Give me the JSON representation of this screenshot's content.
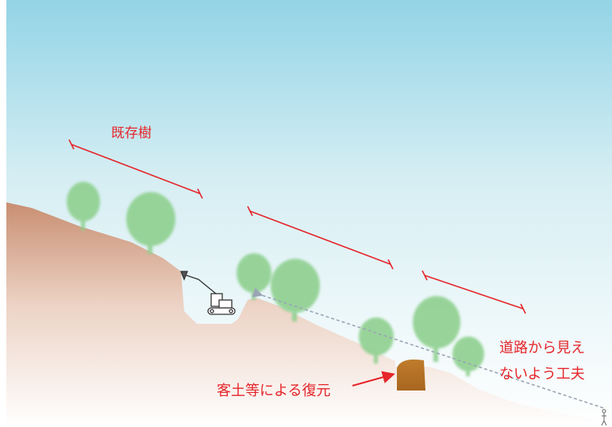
{
  "labels": {
    "existing_trees": "既存樹",
    "soil_restoration": "客土等による復元",
    "hidden_from_road_line1": "道路から見え",
    "hidden_from_road_line2": "ないよう工夫"
  },
  "colors": {
    "sky_top": "#93d4e6",
    "sky_bottom": "#ffffff",
    "ground_top": "#c98f72",
    "ground_bottom": "#ffffff",
    "tree_green": "#8fd08f",
    "annotation_red": "#e5262b",
    "soil_brown": "#b77326",
    "sightline_gray": "#9aa5b3"
  },
  "icons": {
    "excavator": "excavator-icon",
    "person": "person-icon"
  }
}
